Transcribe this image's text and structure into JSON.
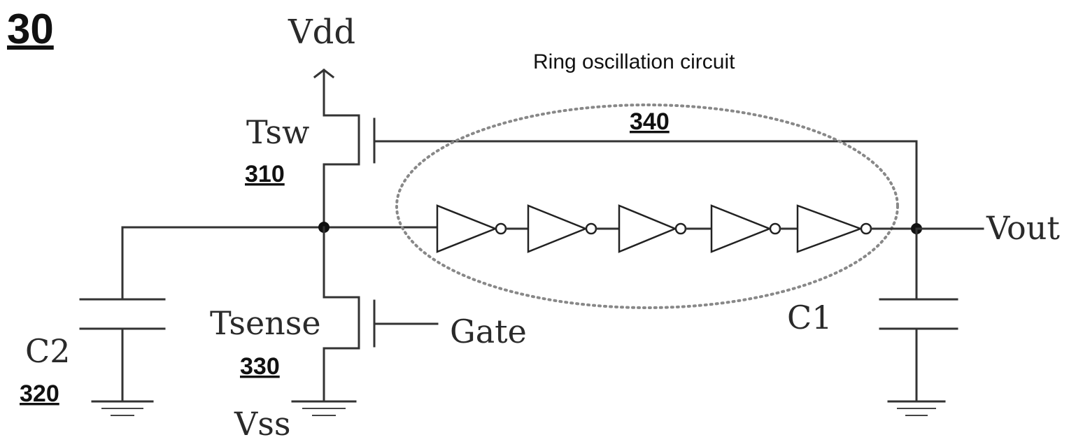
{
  "figure": {
    "number": "30"
  },
  "labels": {
    "vdd": "Vdd",
    "vss": "Vss",
    "tsw": "Tsw",
    "tsw_ref": "310",
    "tsense": "Tsense",
    "tsense_ref": "330",
    "gate": "Gate",
    "c2": "C2",
    "c2_ref": "320",
    "c1": "C1",
    "vout": "Vout",
    "ring_title": "Ring oscillation circuit",
    "ring_ref": "340"
  },
  "ring": {
    "inverter_count": 5
  },
  "colors": {
    "wire": "#333333",
    "dotted_outline": "#888888",
    "text": "#111111"
  }
}
